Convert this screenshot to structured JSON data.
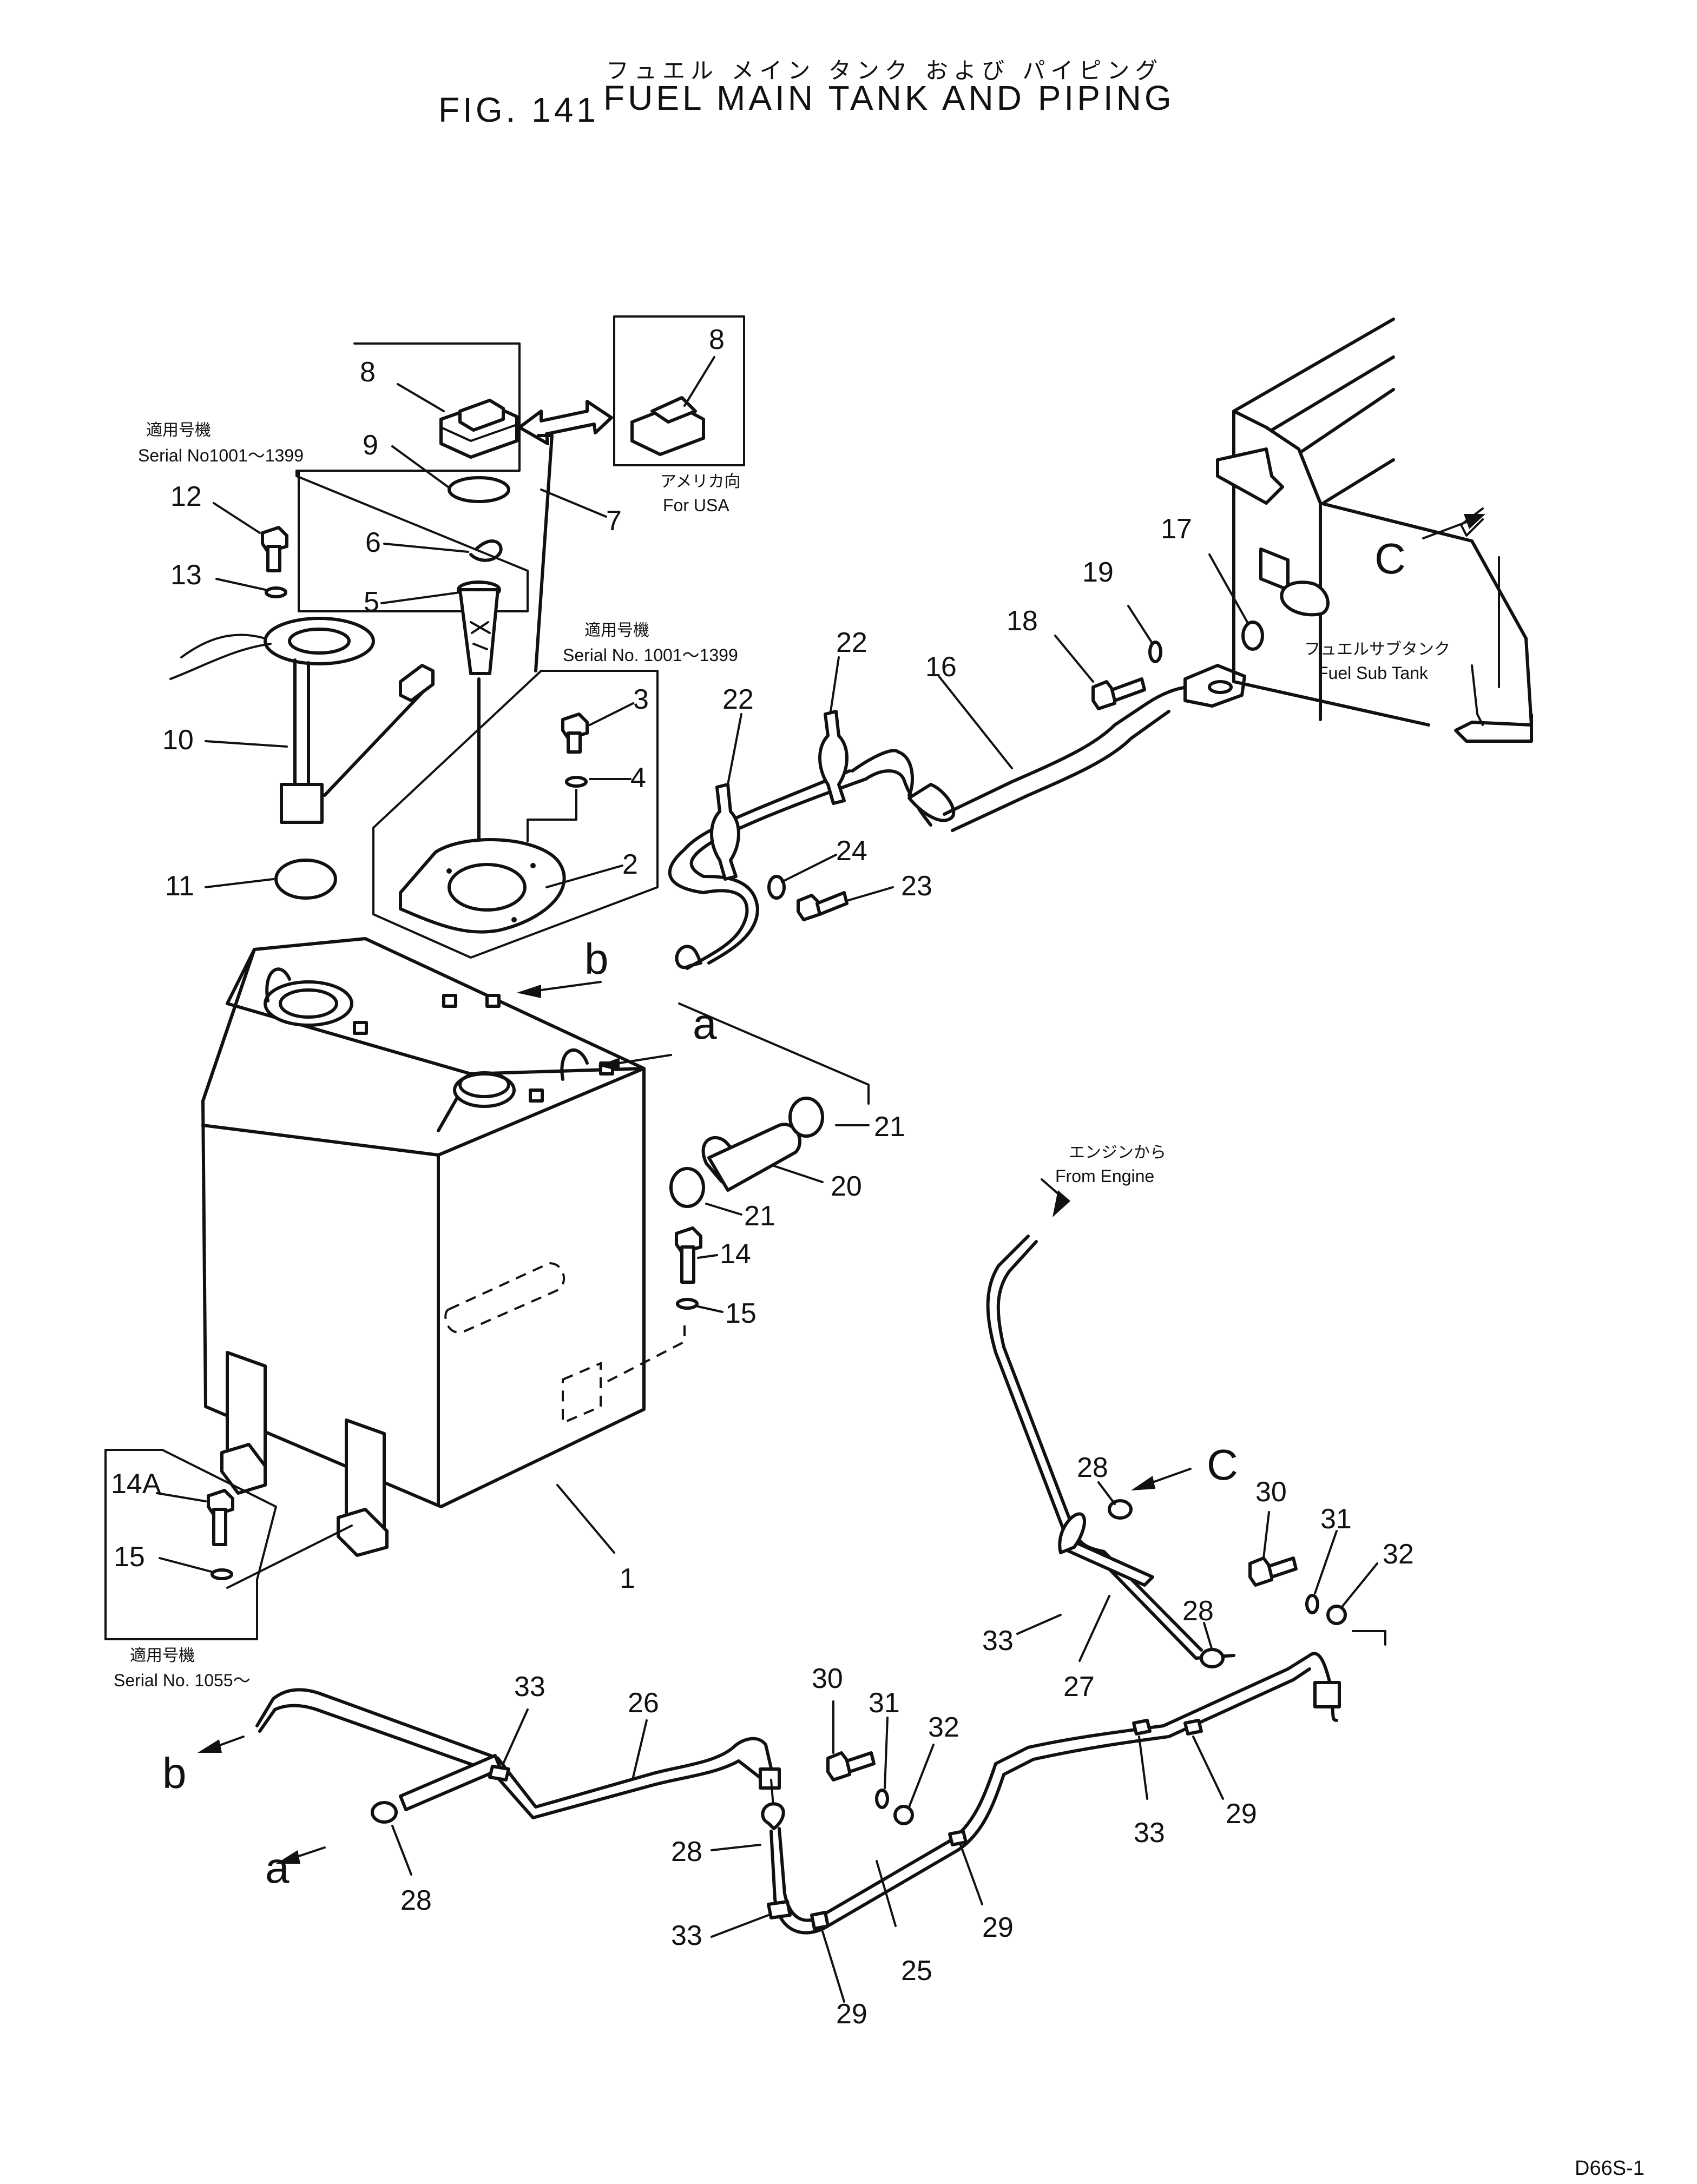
{
  "header": {
    "title_jp": "フュエル メイン タンク および パイピング",
    "fig_number": "FIG. 141",
    "title_en": "FUEL MAIN TANK AND PIPING"
  },
  "footer": {
    "model_code": "D66S-1"
  },
  "notes": {
    "serial_a_jp": "適用号機",
    "serial_a": "Serial No1001～1399",
    "serial_b_jp": "適用号機",
    "serial_b": "Serial No. 1001～1399",
    "serial_c_jp": "適用号機",
    "serial_c": "Serial No. 1055～",
    "usa_jp": "アメリカ向",
    "usa": "For USA",
    "sub_tank_jp": "フュエルサブタンク",
    "sub_tank": "Fuel Sub Tank",
    "from_engine_jp": "エンジンから",
    "from_engine": "From Engine"
  },
  "callouts": [
    {
      "id": "c8a",
      "label": "8"
    },
    {
      "id": "c8b",
      "label": "8"
    },
    {
      "id": "c9",
      "label": "9"
    },
    {
      "id": "c7",
      "label": "7"
    },
    {
      "id": "c12",
      "label": "12"
    },
    {
      "id": "c6",
      "label": "6"
    },
    {
      "id": "c13",
      "label": "13"
    },
    {
      "id": "c5",
      "label": "5"
    },
    {
      "id": "c3",
      "label": "3"
    },
    {
      "id": "c4",
      "label": "4"
    },
    {
      "id": "c10",
      "label": "10"
    },
    {
      "id": "c2",
      "label": "2"
    },
    {
      "id": "c11",
      "label": "11"
    },
    {
      "id": "c22a",
      "label": "22"
    },
    {
      "id": "c22b",
      "label": "22"
    },
    {
      "id": "c16",
      "label": "16"
    },
    {
      "id": "c18",
      "label": "18"
    },
    {
      "id": "c19",
      "label": "19"
    },
    {
      "id": "c17",
      "label": "17"
    },
    {
      "id": "c24",
      "label": "24"
    },
    {
      "id": "c23",
      "label": "23"
    },
    {
      "id": "c21a",
      "label": "21"
    },
    {
      "id": "c20",
      "label": "20"
    },
    {
      "id": "c21b",
      "label": "21"
    },
    {
      "id": "c14",
      "label": "14"
    },
    {
      "id": "c15a",
      "label": "15"
    },
    {
      "id": "c14A",
      "label": "14A"
    },
    {
      "id": "c15b",
      "label": "15"
    },
    {
      "id": "c1",
      "label": "1"
    },
    {
      "id": "c28a",
      "label": "28"
    },
    {
      "id": "c30a",
      "label": "30"
    },
    {
      "id": "c31a",
      "label": "31"
    },
    {
      "id": "c32a",
      "label": "32"
    },
    {
      "id": "c28b",
      "label": "28"
    },
    {
      "id": "c33a",
      "label": "33"
    },
    {
      "id": "c27",
      "label": "27"
    },
    {
      "id": "c33b",
      "label": "33"
    },
    {
      "id": "c26",
      "label": "26"
    },
    {
      "id": "c30b",
      "label": "30"
    },
    {
      "id": "c31b",
      "label": "31"
    },
    {
      "id": "c32b",
      "label": "32"
    },
    {
      "id": "c28c",
      "label": "28"
    },
    {
      "id": "c28d",
      "label": "28"
    },
    {
      "id": "c33c",
      "label": "33"
    },
    {
      "id": "c29a",
      "label": "29"
    },
    {
      "id": "c33d",
      "label": "33"
    },
    {
      "id": "c29b",
      "label": "29"
    },
    {
      "id": "c25",
      "label": "25"
    },
    {
      "id": "c29c",
      "label": "29"
    }
  ],
  "connectors": [
    {
      "id": "ref-b1",
      "label": "b"
    },
    {
      "id": "ref-a1",
      "label": "a"
    },
    {
      "id": "ref-c1",
      "label": "C"
    },
    {
      "id": "ref-c2",
      "label": "C"
    },
    {
      "id": "ref-b2",
      "label": "b"
    },
    {
      "id": "ref-a2",
      "label": "a"
    }
  ]
}
